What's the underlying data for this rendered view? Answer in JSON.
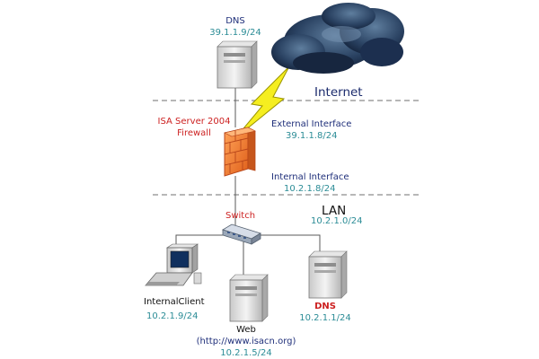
{
  "dns_top": {
    "name": "DNS",
    "ip": "39.1.1.9/24"
  },
  "internet": {
    "label": "Internet"
  },
  "firewall": {
    "title_line1": "ISA Server 2004",
    "title_line2": "Firewall",
    "external": {
      "label": "External Interface",
      "ip": "39.1.1.8/24"
    },
    "internal": {
      "label": "Internal Interface",
      "ip": "10.2.1.8/24"
    }
  },
  "lan": {
    "label": "LAN",
    "subnet": "10.2.1.0/24"
  },
  "switch": {
    "label": "Switch"
  },
  "client": {
    "name": "InternalClient",
    "ip": "10.2.1.9/24"
  },
  "web": {
    "name": "Web",
    "url": "(http://www.isacn.org)",
    "ip": "10.2.1.5/24"
  },
  "dns_lan": {
    "name": "DNS",
    "ip": "10.2.1.1/24"
  },
  "colors": {
    "label_blue": "#1f2f7a",
    "ip_teal": "#2b8c96",
    "accent_red": "#cc1f1f",
    "firewall_orange": "#f07a2a",
    "lightning_yellow": "#f5ee20",
    "cloud_navy": "#1c2f4f"
  }
}
